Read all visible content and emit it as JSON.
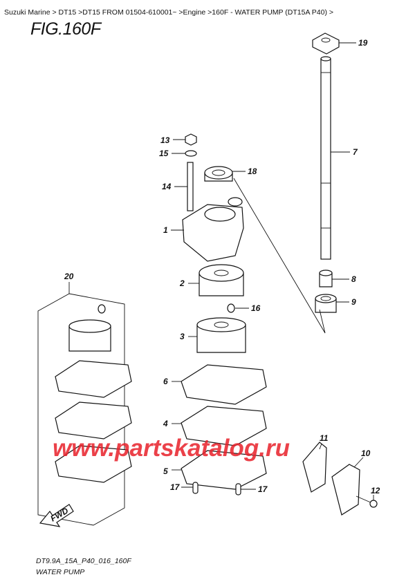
{
  "breadcrumb": "Suzuki Marine > DT15 >DT15 FROM 01504-610001~ >Engine >160F - WATER PUMP (DT15A P40) >",
  "figure_title": "FIG.160F",
  "callouts": [
    "19",
    "7",
    "13",
    "15",
    "18",
    "14",
    "1",
    "2",
    "16",
    "3",
    "8",
    "9",
    "20",
    "6",
    "4",
    "5",
    "17",
    "17",
    "11",
    "10",
    "12"
  ],
  "fwd_label": "FWD",
  "watermark": "www.partskatalog.ru",
  "drawing_code": "DT9.9A_15A_P40_016_160F",
  "caption": "WATER PUMP"
}
